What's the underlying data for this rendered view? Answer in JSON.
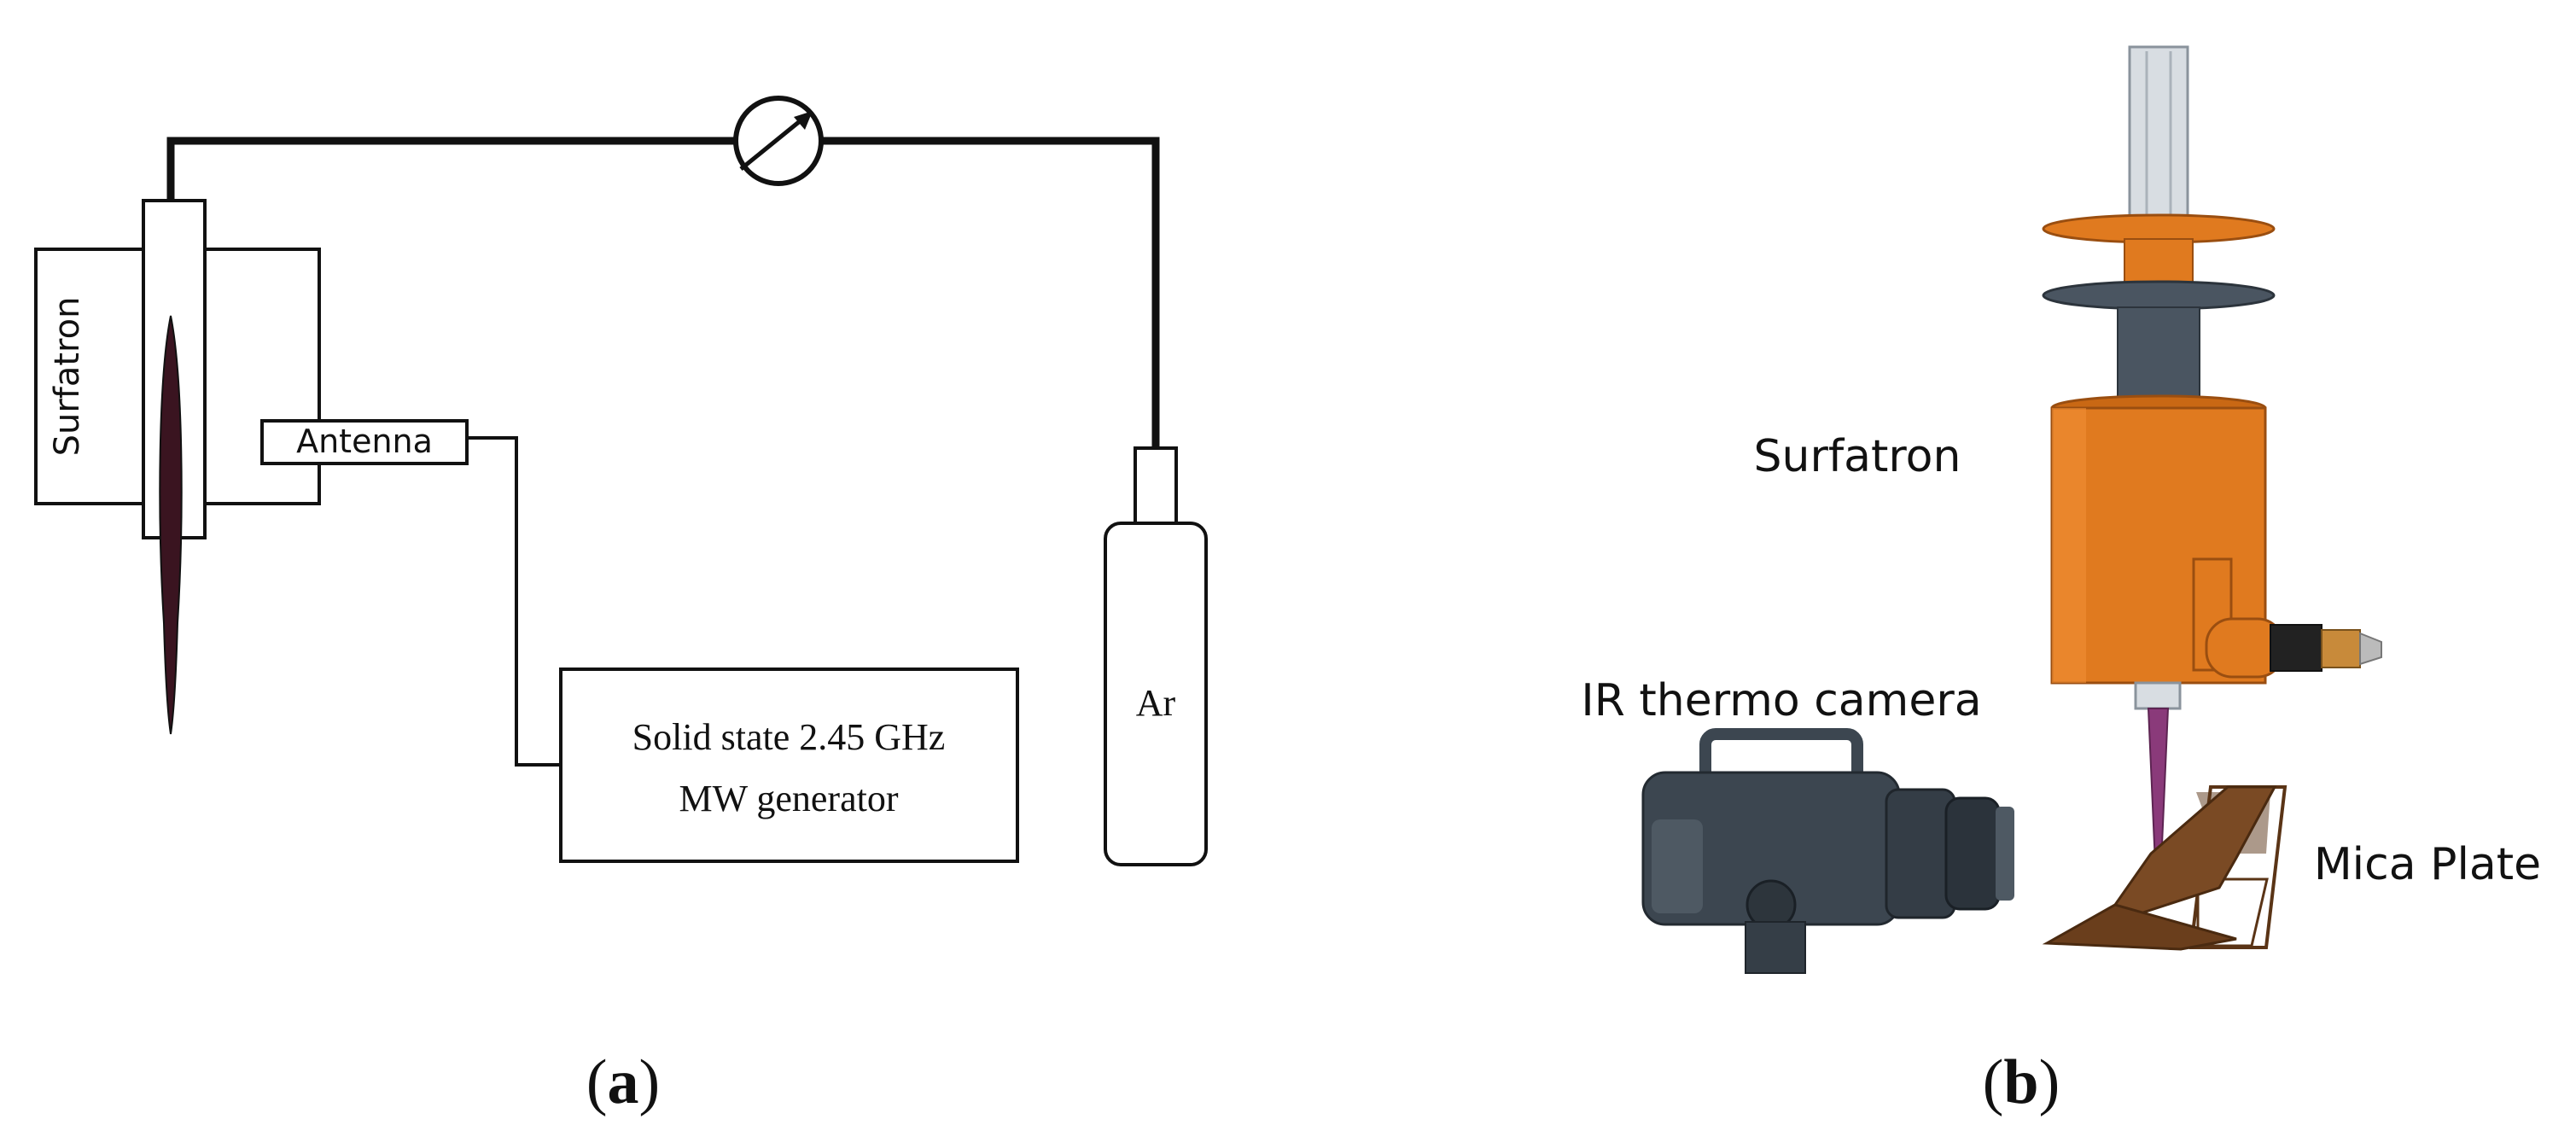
{
  "panel_a": {
    "labels": {
      "surfatron": "Surfatron",
      "antenna": "Antenna",
      "generator_line1": "Solid state 2.45 GHz",
      "generator_line2": "MW generator",
      "gas": "Ar"
    },
    "caption_letter": "a"
  },
  "panel_b": {
    "labels": {
      "surfatron": "Surfatron",
      "camera": "IR thermo camera",
      "plate": "Mica Plate"
    },
    "caption_letter": "b"
  },
  "colors": {
    "line": "#111111",
    "plasma": "#3a1420",
    "orange": "#e07a1f",
    "orange_dark": "#b35a10",
    "steel": "#4a5561",
    "camera": "#3c4650",
    "mica": "#7a4a24",
    "plasma_jet": "#8a3a7a"
  }
}
